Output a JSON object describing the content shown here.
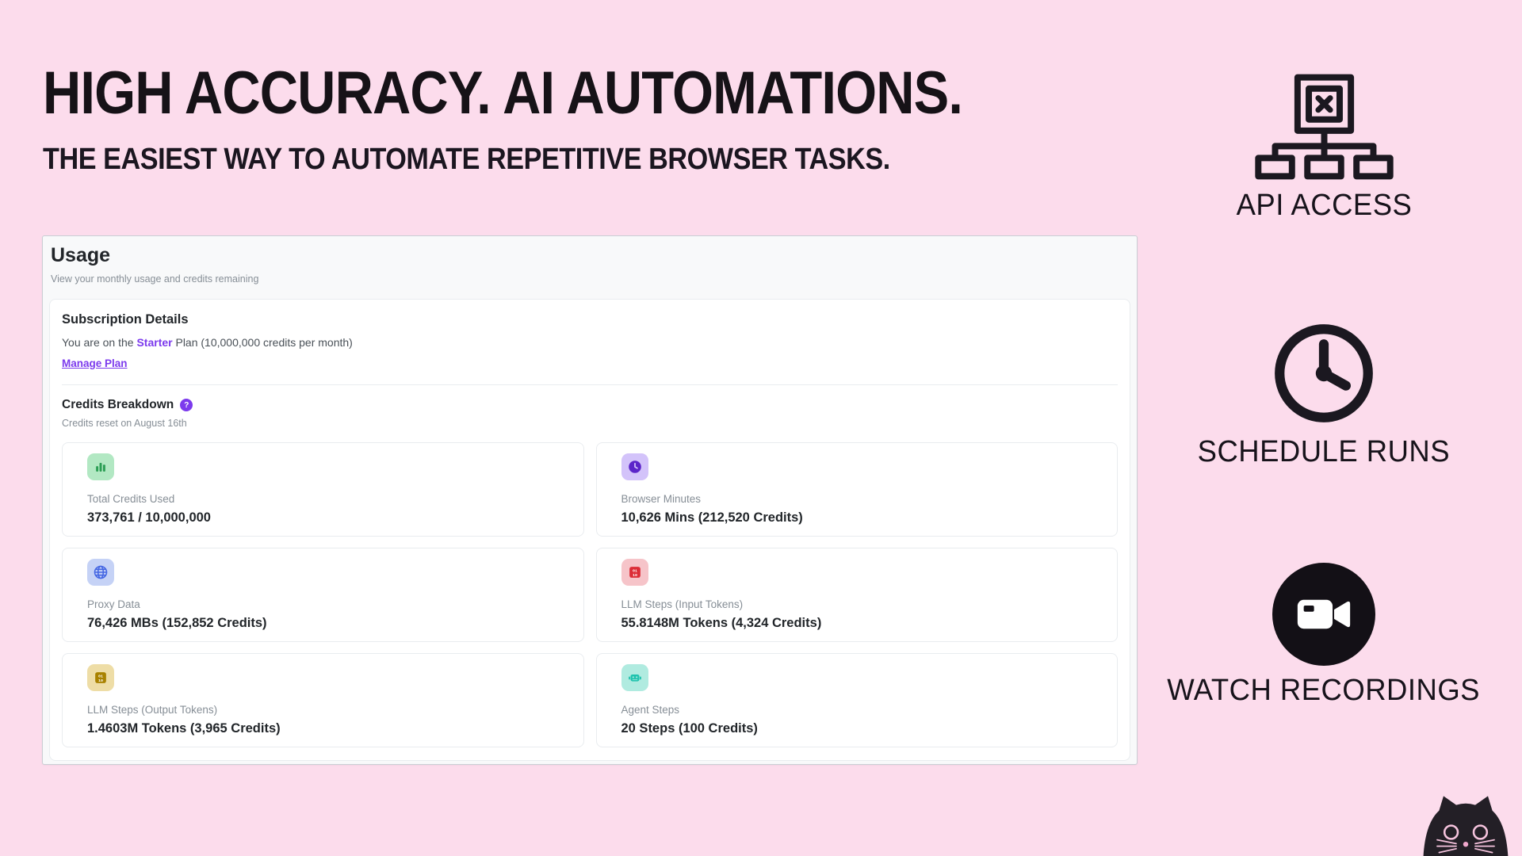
{
  "page": {
    "background_color": "#fcdcec",
    "title": "HIGH ACCURACY. AI AUTOMATIONS.",
    "subtitle": "THE EASIEST WAY TO AUTOMATE REPETITIVE BROWSER TASKS."
  },
  "usage_card": {
    "title": "Usage",
    "subtitle": "View your monthly usage and credits remaining",
    "subscription": {
      "heading": "Subscription Details",
      "plan_prefix": "You are on the ",
      "plan_name": "Starter",
      "plan_suffix": " Plan (10,000,000 credits per month)",
      "manage_link": "Manage Plan"
    },
    "credits": {
      "heading": "Credits Breakdown",
      "help_icon": "?",
      "reset_text": "Credits reset on August 16th",
      "stats": [
        {
          "label": "Total Credits Used",
          "value": "373,761 / 10,000,000",
          "icon": "bar-chart-icon",
          "icon_bg": "#b2e8c3",
          "icon_color": "#2b9e54"
        },
        {
          "label": "Browser Minutes",
          "value": "10,626 Mins (212,520 Credits)",
          "icon": "clock-icon",
          "icon_bg": "#d3c3fa",
          "icon_color": "#5b24c9"
        },
        {
          "label": "Proxy Data",
          "value": "76,426 MBs (152,852 Credits)",
          "icon": "globe-icon",
          "icon_bg": "#c5d2f6",
          "icon_color": "#4466e3"
        },
        {
          "label": "LLM Steps (Input Tokens)",
          "value": "55.8148M Tokens (4,324 Credits)",
          "icon": "binary-icon",
          "icon_bg": "#f6c4c9",
          "icon_color": "#dc2d37"
        },
        {
          "label": "LLM Steps (Output Tokens)",
          "value": "1.4603M Tokens (3,965 Credits)",
          "icon": "binary-icon",
          "icon_bg": "#eedda6",
          "icon_color": "#a98200"
        },
        {
          "label": "Agent Steps",
          "value": "20 Steps (100 Credits)",
          "icon": "robot-icon",
          "icon_bg": "#b0ebe0",
          "icon_color": "#1fc3ae"
        }
      ]
    }
  },
  "side_features": [
    {
      "label": "API ACCESS",
      "icon": "api-hierarchy-icon"
    },
    {
      "label": "SCHEDULE RUNS",
      "icon": "clock-outline-icon"
    },
    {
      "label": "WATCH RECORDINGS",
      "icon": "video-camera-icon"
    }
  ],
  "accent_colors": {
    "link_purple": "#7c3aed",
    "icon_stroke": "#1b1820"
  },
  "mascot": {
    "name": "black-cat"
  }
}
